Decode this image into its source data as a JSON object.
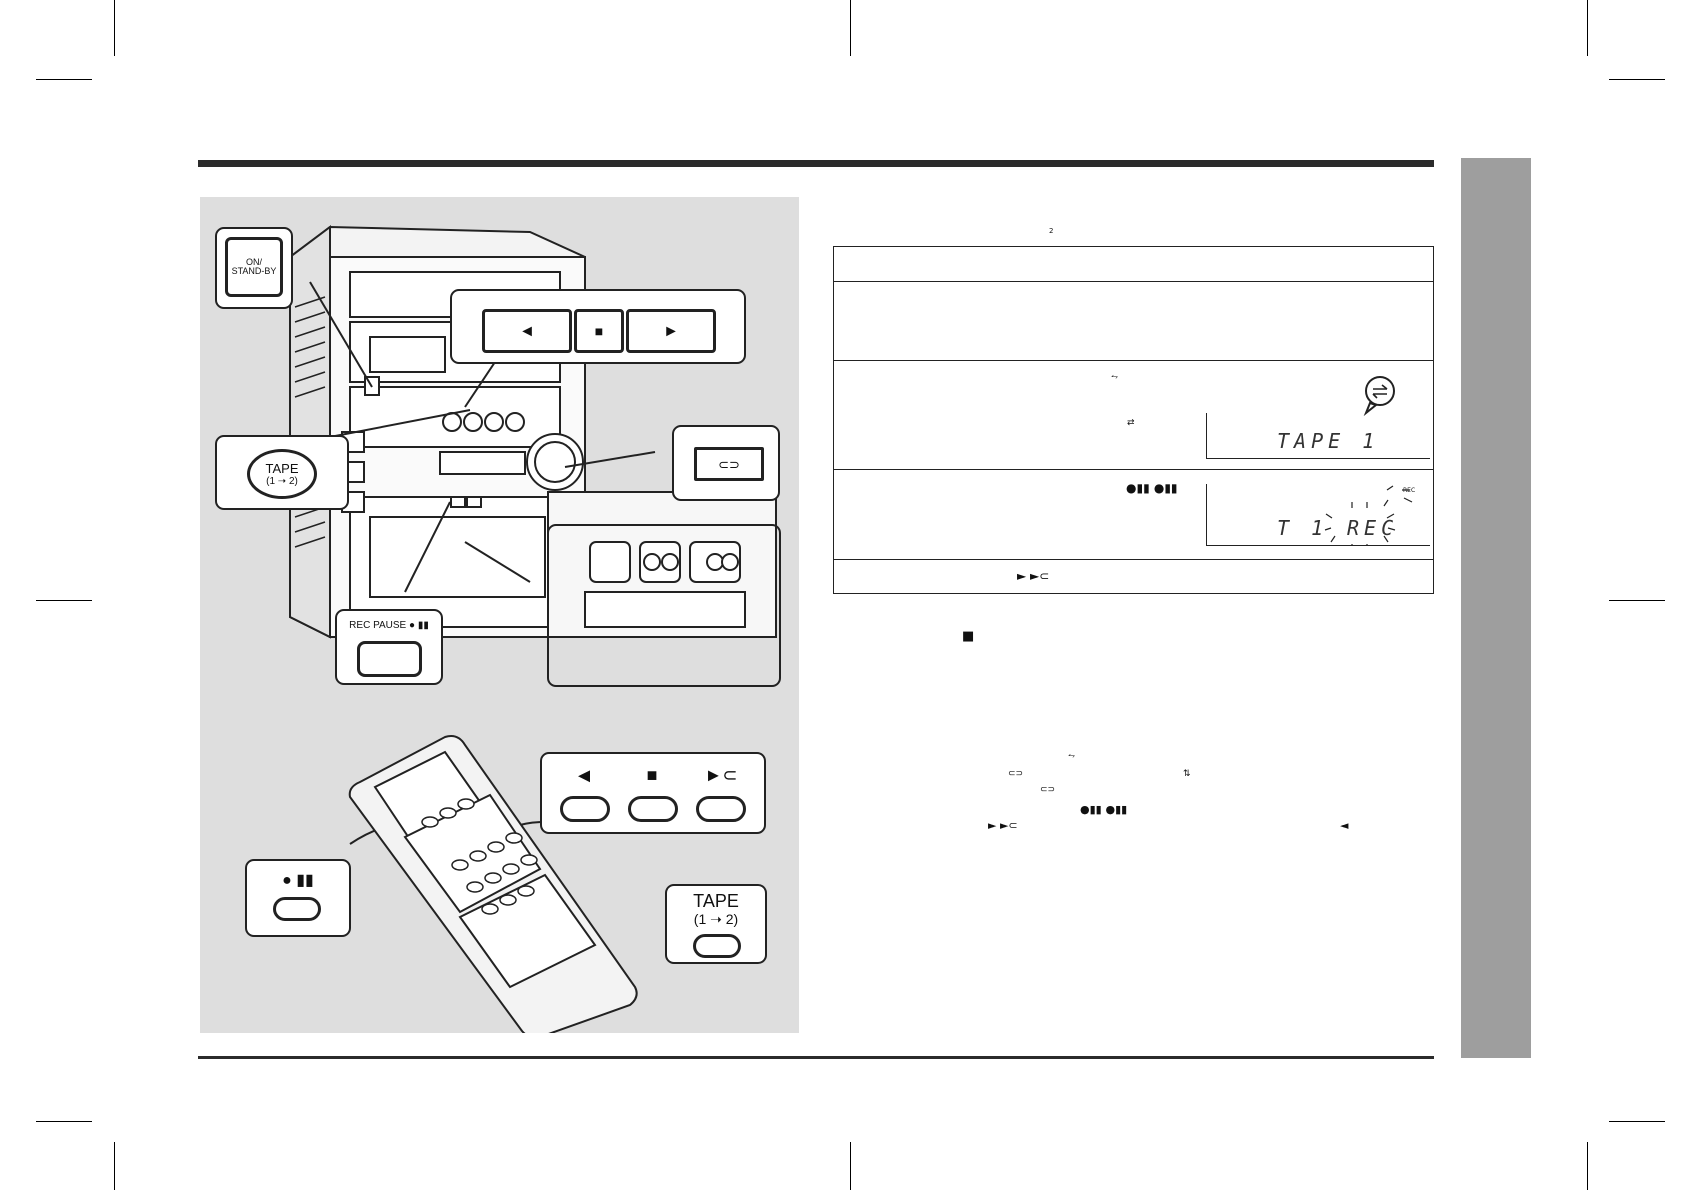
{
  "page": {
    "superscript_mark": "2"
  },
  "main_unit": {
    "on_standby_label": "ON/\nSTAND-BY",
    "rewind_symbol": "◄",
    "stop_symbol": "■",
    "play_symbol": "►",
    "tape_label": "TAPE",
    "tape_sub": "(1 ➝ 2)",
    "rec_pause_label": "REC PAUSE ● ▮▮"
  },
  "remote": {
    "rec_pause_symbol": "● ▮▮",
    "rewind_symbol": "◄",
    "stop_symbol": "■",
    "play_symbol": "►⊂",
    "tape_label": "TAPE",
    "tape_sub": "(1 ➝ 2)"
  },
  "steps": {
    "row3_symbol_a": "⥊",
    "row3_symbol_b": "⇄",
    "display1_text": "TAPE 1",
    "row4_symbols": "●▮▮  ●▮▮",
    "display2_text_a": "T 1",
    "display2_text_b": "REC",
    "display2_rec_label": "REC",
    "row5_symbols": "► ►⊂"
  },
  "notes": {
    "stop_symbol": "■",
    "n1": "⥊",
    "n2a": "⊂⊃",
    "n2b": "⇅",
    "n3": "⊂⊃",
    "n4": "●▮▮ ●▮▮",
    "n5": "► ►⊂",
    "n6": "◄"
  }
}
